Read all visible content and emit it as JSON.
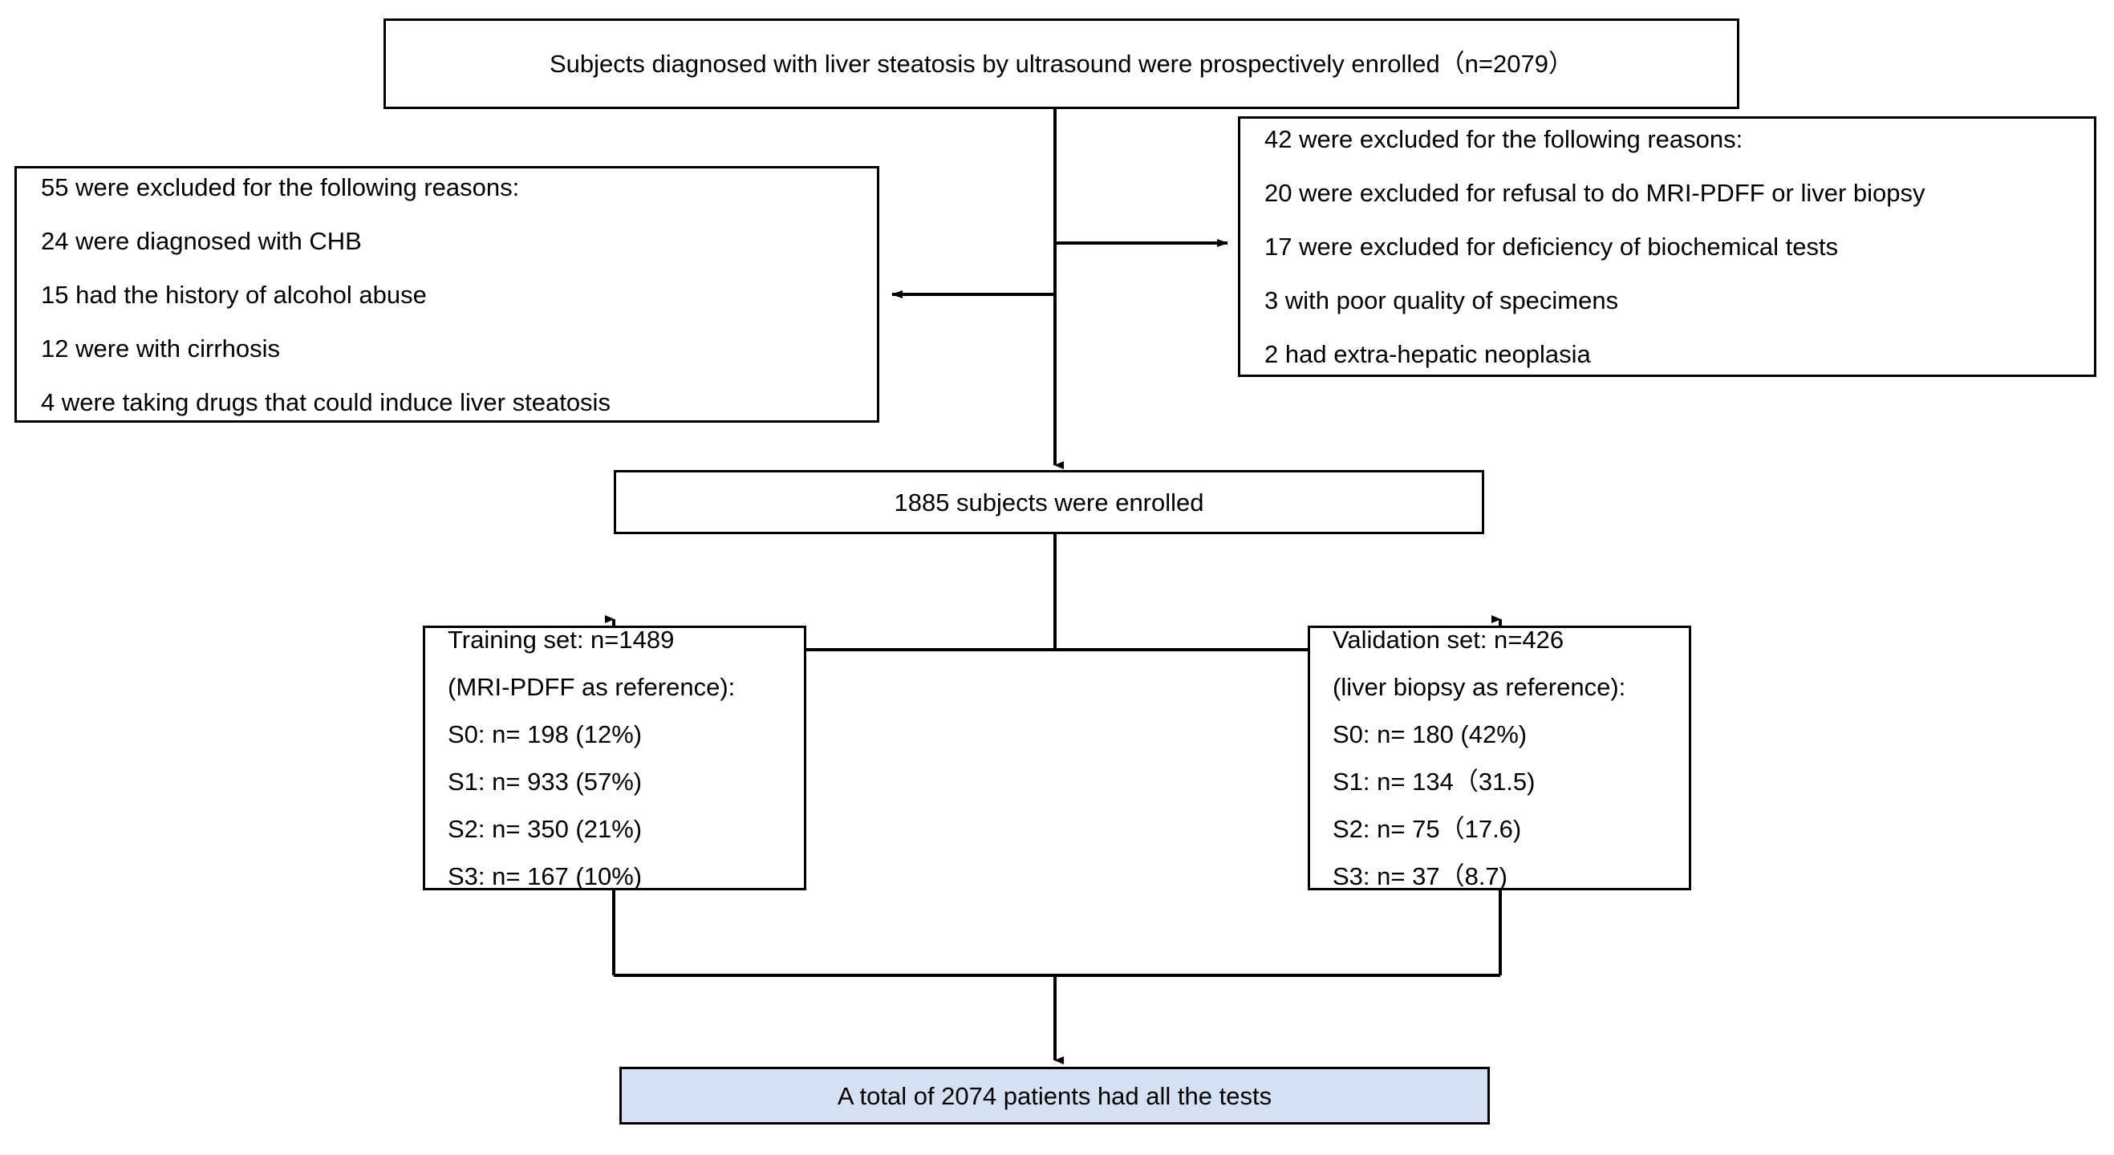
{
  "diagram": {
    "title": "Study enrollment flowchart",
    "accent_fill": "#d5e0f2",
    "line_color": "#000000",
    "nodes": {
      "top": {
        "lines": [
          "Subjects diagnosed with liver steatosis by ultrasound were prospectively enrolled（n=2079）"
        ]
      },
      "left_exclusions": {
        "lines": [
          "55 were excluded for the following reasons:",
          "24 were diagnosed with CHB",
          "15 had the history of alcohol abuse",
          "12 were with cirrhosis",
          "4 were taking drugs that could induce liver steatosis"
        ]
      },
      "right_exclusions": {
        "lines": [
          "42 were excluded for the following reasons:",
          "20 were excluded for refusal to do MRI-PDFF or liver biopsy",
          "17 were excluded for deficiency of biochemical tests",
          "3 with poor quality of specimens",
          "2 had extra-hepatic neoplasia"
        ]
      },
      "enrolled": {
        "lines": [
          "1885 subjects were enrolled"
        ]
      },
      "training": {
        "lines": [
          "Training set: n=1489",
          "(MRI-PDFF as reference):",
          "S0: n= 198 (12%)",
          "S1: n= 933 (57%)",
          "S2: n= 350 (21%)",
          "S3: n= 167 (10%)"
        ]
      },
      "validation": {
        "lines": [
          "Validation set: n=426",
          "(liver biopsy as reference):",
          "S0: n= 180 (42%)",
          "S1: n= 134（31.5)",
          "S2: n= 75（17.6)",
          "S3: n= 37（8.7)"
        ]
      },
      "total": {
        "lines": [
          "A total of 2074 patients had all the tests"
        ]
      }
    }
  }
}
